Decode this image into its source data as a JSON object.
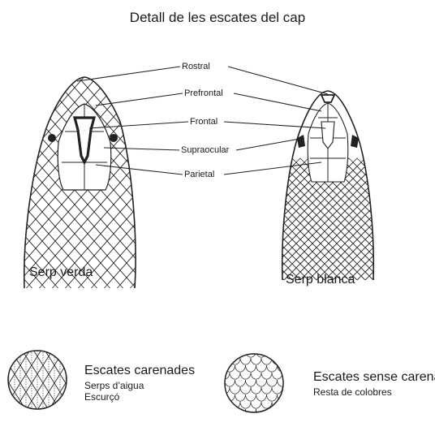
{
  "title": "Detall de les escates del cap",
  "labels": {
    "rostral": "Rostral",
    "prefrontal": "Prefrontal",
    "frontal": "Frontal",
    "supraocular": "Supraocular",
    "parietal": "Parietal"
  },
  "captions": {
    "left_snake": "Serp verda",
    "right_snake": "Serp blanca"
  },
  "legend": {
    "keeled": {
      "title": "Escates carenades",
      "examples": [
        "Serps d’aigua",
        "Escurçó"
      ]
    },
    "smooth": {
      "title": "Escates sense carena",
      "examples": [
        "Resta de colobres"
      ]
    }
  }
}
